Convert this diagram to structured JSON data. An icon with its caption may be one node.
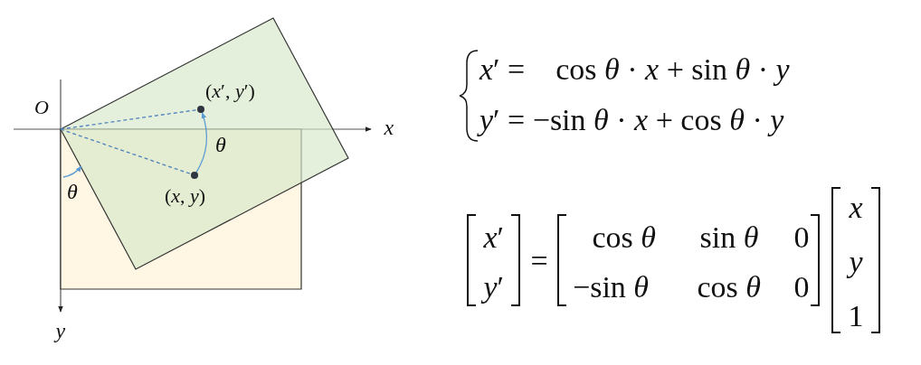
{
  "diagram": {
    "nodes": [
      {
        "text": [],
        "shape": "box"
      },
      {
        "text": [],
        "shape": "box"
      },
      {
        "text": [
          "(*x*, *y*)"
        ],
        "in": 0
      },
      {
        "text": [
          "(*x*′, *y*′)"
        ],
        "in": 1
      },
      {
        "text": [
          "O"
        ]
      }
    ],
    "edges": [
      {
        "from": 4,
        "to": 2,
        "arrow": "none",
        "style": "dashed",
        "color": "#4f81bd"
      },
      {
        "from": 4,
        "to": 3,
        "arrow": "none",
        "style": "dashed",
        "color": "#4f81bd"
      },
      {
        "from": 2,
        "to": 3,
        "arrow": "to",
        "color": "#5b9bd5"
      },
      {
        "from": 0,
        "to": 1,
        "arrow": "to",
        "color": "#5b9bd5",
        "label": "*θ*"
      }
    ],
    "labels": [
      "*x*",
      "*θ*",
      "*y*",
      "*x*′ =    cos *θ* · *x* + sin *θ* · *y*",
      "*y*′ = −sin *θ* · *x* + cos *θ* · *y*",
      "*x*′",
      "*y*′",
      "=",
      "cos *θ*",
      "sin *θ*",
      "0",
      "−sin *θ*",
      "cos *θ*",
      "0",
      "*x*",
      "*y*",
      "1"
    ]
  }
}
